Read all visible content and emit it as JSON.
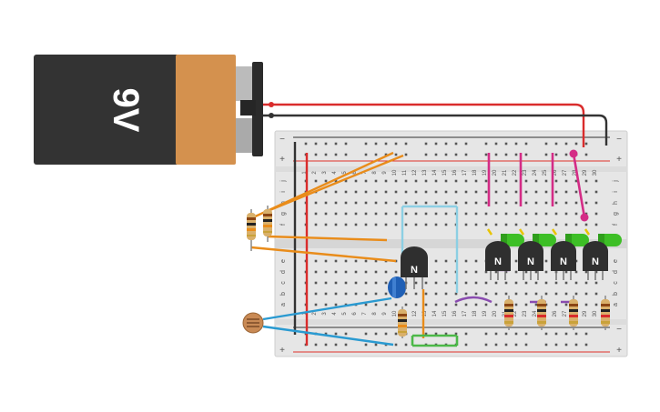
{
  "battery": {
    "label": "9V",
    "colors": {
      "body": "#333333",
      "band": "#d4914e",
      "terminal": "#bbbbbb",
      "cap": "#333333"
    }
  },
  "breadboard": {
    "column_labels": [
      "1",
      "2",
      "3",
      "4",
      "5",
      "6",
      "7",
      "8",
      "9",
      "10",
      "11",
      "12",
      "13",
      "14",
      "15",
      "16",
      "17",
      "18",
      "19",
      "20",
      "21",
      "22",
      "23",
      "24",
      "25",
      "26",
      "27",
      "28",
      "29",
      "30"
    ],
    "row_labels_top": [
      "j",
      "i",
      "h",
      "g",
      "f"
    ],
    "row_labels_bottom": [
      "e",
      "d",
      "c",
      "b",
      "a"
    ],
    "rail_plus": "+",
    "rail_minus": "−",
    "colors": {
      "board": "#e6e6e6",
      "hole": "#555555",
      "rail_red": "#e0312b",
      "rail_dark": "#333333"
    }
  },
  "transistors": {
    "letter": "N",
    "count_output": 4,
    "color": "#2f2f2f"
  },
  "leds": {
    "count": 4,
    "color": "#3dbf26"
  },
  "capacitor": {
    "color": "#1f5fb5"
  },
  "photoresistor": {
    "color": "#c98a55"
  },
  "wires": {
    "red": "#d92c2c",
    "black": "#333333",
    "orange": "#e98c1a",
    "blue": "#2a9ad1",
    "lightblue": "#8ccfe3",
    "pink": "#d42c86",
    "green": "#4cb848",
    "purple": "#8a4cb0"
  }
}
